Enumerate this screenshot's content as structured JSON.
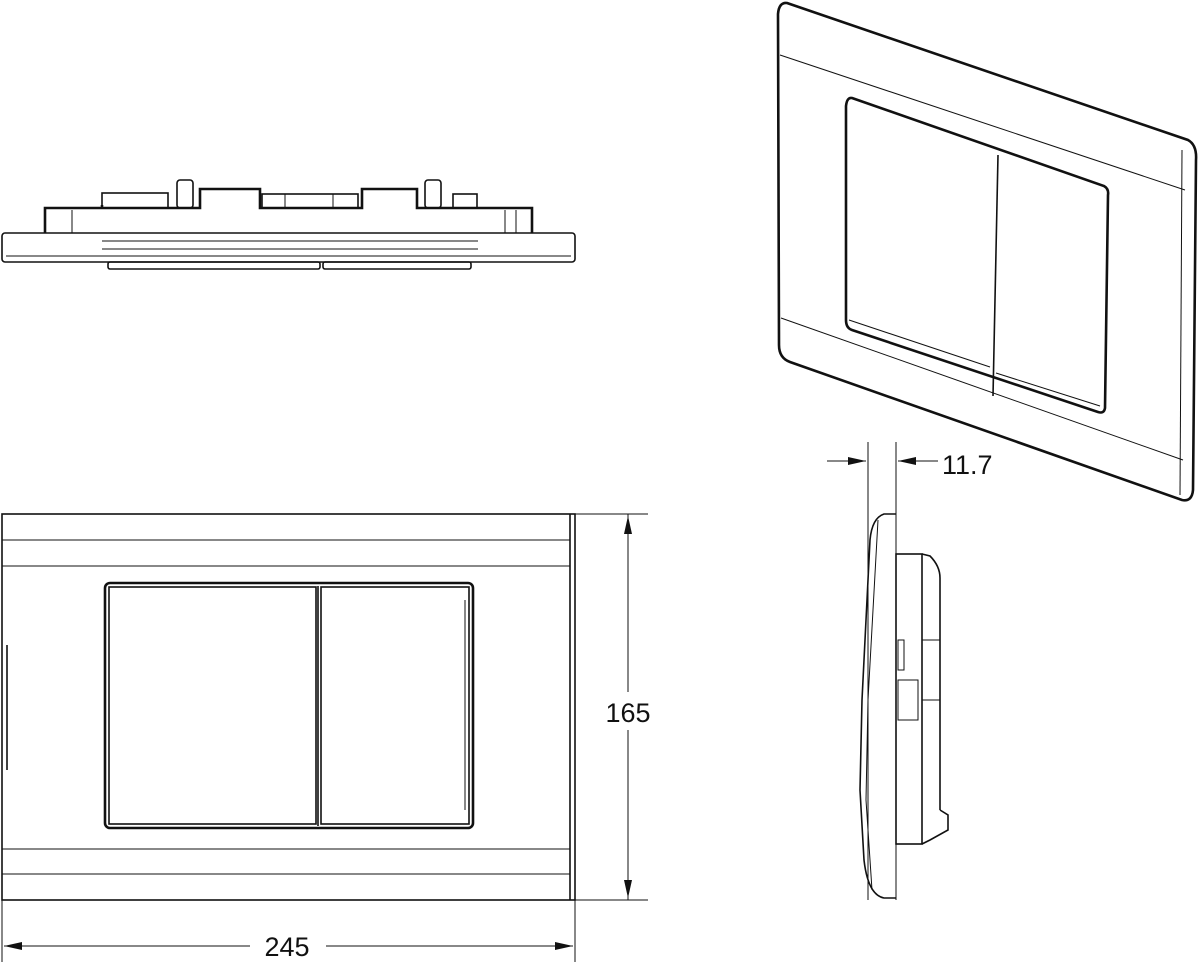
{
  "dimensions": {
    "width": "245",
    "height": "165",
    "depth": "11.7"
  },
  "views": [
    "top-view",
    "front-view",
    "side-view",
    "perspective-view"
  ]
}
